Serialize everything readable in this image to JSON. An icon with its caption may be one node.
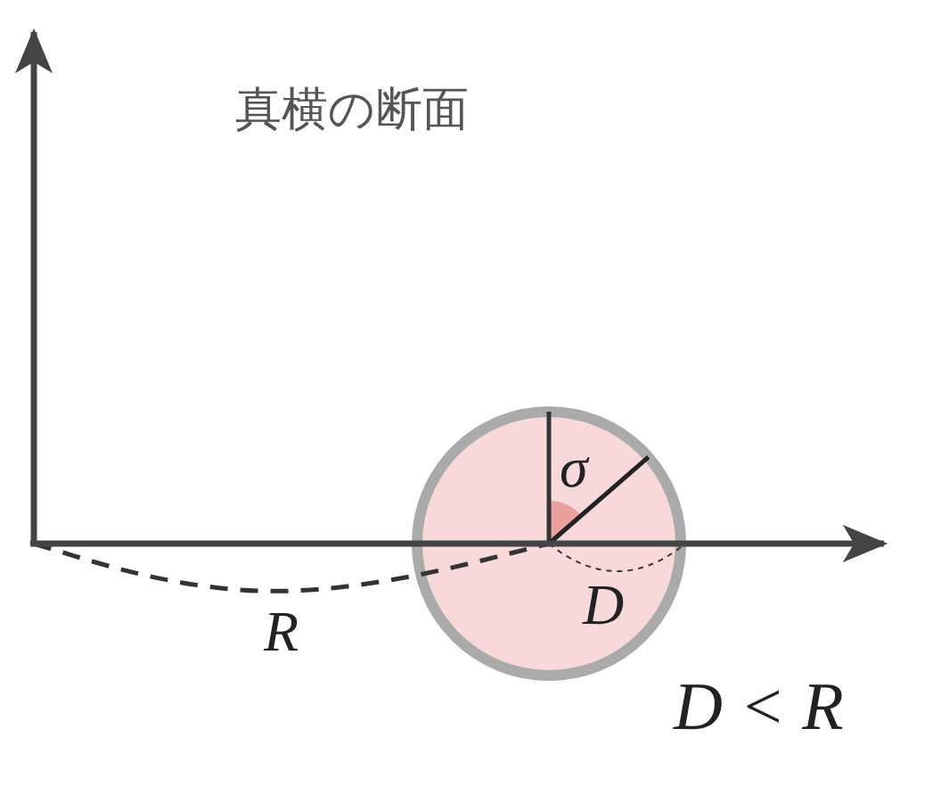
{
  "diagram": {
    "title": "真横の断面",
    "nodes": [
      {
        "text": [],
        "shape": "circle"
      }
    ],
    "labels": [
      "σ",
      "D",
      "R",
      "D < R"
    ]
  }
}
